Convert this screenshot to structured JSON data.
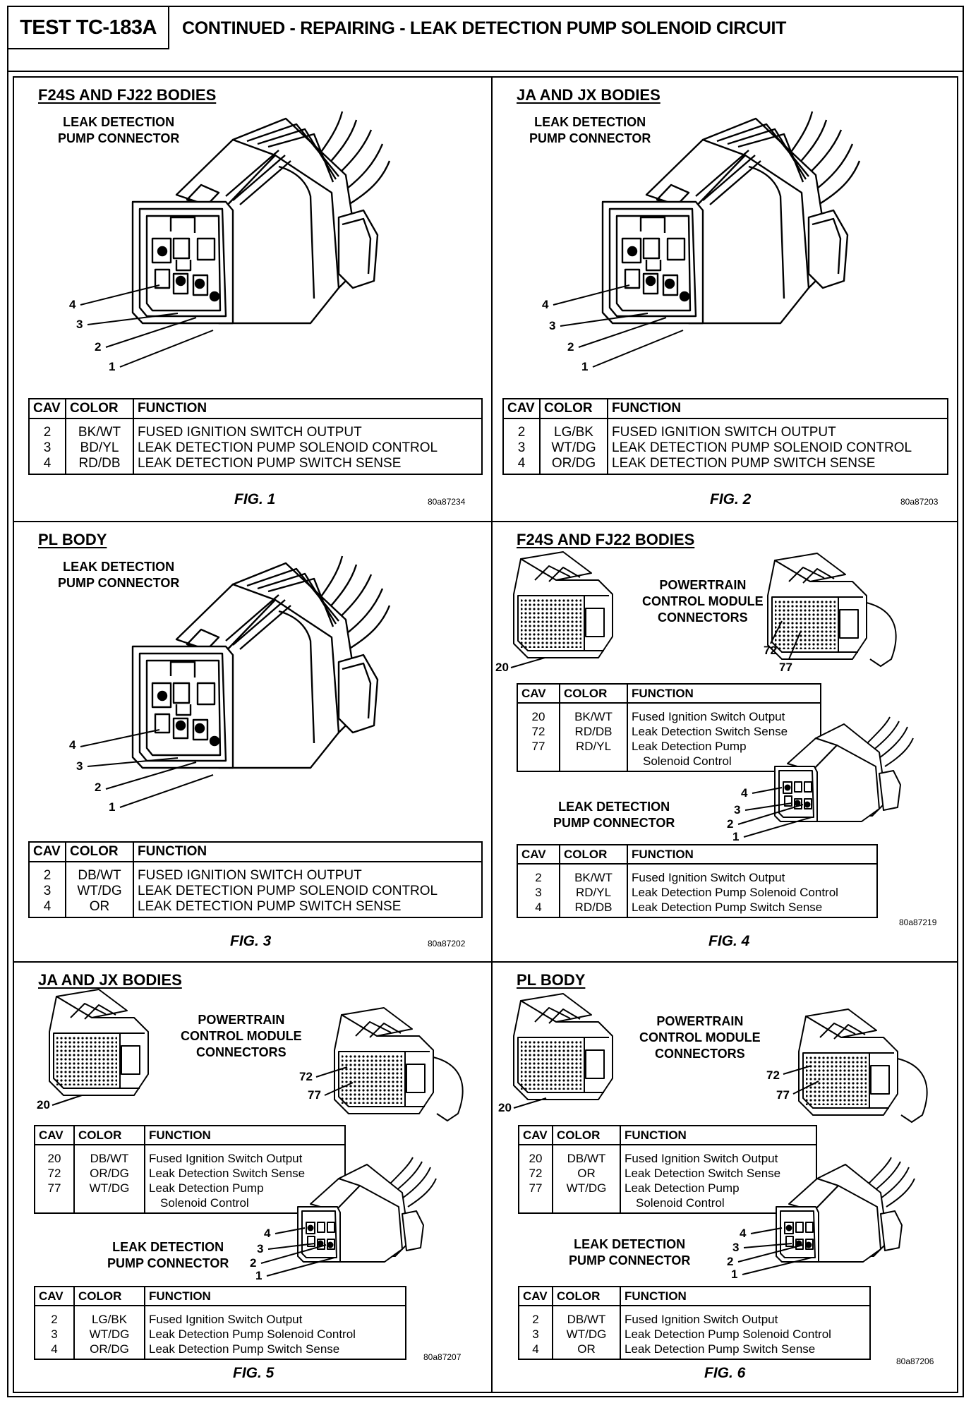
{
  "header": {
    "test_id": "TEST TC-183A",
    "title": "CONTINUED - REPAIRING - LEAK DETECTION PUMP SOLENOID CIRCUIT"
  },
  "panels": {
    "fig1": {
      "title": "F24S AND FJ22 BODIES",
      "connector_label": [
        "LEAK DETECTION",
        "PUMP CONNECTOR"
      ],
      "callouts": [
        "4",
        "3",
        "2",
        "1"
      ],
      "headers": [
        "CAV",
        "COLOR",
        "FUNCTION"
      ],
      "rows": [
        [
          "2",
          "BK/WT",
          "FUSED IGNITION SWITCH OUTPUT"
        ],
        [
          "3",
          "BD/YL",
          "LEAK DETECTION PUMP SOLENOID CONTROL"
        ],
        [
          "4",
          "RD/DB",
          "LEAK DETECTION PUMP SWITCH SENSE"
        ]
      ],
      "fig_label": "FIG. 1",
      "part_no": "80a87234"
    },
    "fig2": {
      "title": "JA AND JX BODIES",
      "connector_label": [
        "LEAK DETECTION",
        "PUMP CONNECTOR"
      ],
      "callouts": [
        "4",
        "3",
        "2",
        "1"
      ],
      "headers": [
        "CAV",
        "COLOR",
        "FUNCTION"
      ],
      "rows": [
        [
          "2",
          "LG/BK",
          "FUSED IGNITION SWITCH OUTPUT"
        ],
        [
          "3",
          "WT/DG",
          "LEAK DETECTION PUMP SOLENOID CONTROL"
        ],
        [
          "4",
          "OR/DG",
          "LEAK DETECTION PUMP SWITCH SENSE"
        ]
      ],
      "fig_label": "FIG. 2",
      "part_no": "80a87203"
    },
    "fig3": {
      "title": "PL BODY",
      "connector_label": [
        "LEAK DETECTION",
        "PUMP CONNECTOR"
      ],
      "callouts": [
        "4",
        "3",
        "2",
        "1"
      ],
      "headers": [
        "CAV",
        "COLOR",
        "FUNCTION"
      ],
      "rows": [
        [
          "2",
          "DB/WT",
          "FUSED IGNITION SWITCH OUTPUT"
        ],
        [
          "3",
          "WT/DG",
          "LEAK DETECTION PUMP SOLENOID CONTROL"
        ],
        [
          "4",
          "OR",
          "LEAK DETECTION PUMP SWITCH SENSE"
        ]
      ],
      "fig_label": "FIG. 3",
      "part_no": "80a87202"
    },
    "fig4": {
      "title": "F24S AND FJ22 BODIES",
      "pcm_label": [
        "POWERTRAIN",
        "CONTROL MODULE",
        "CONNECTORS"
      ],
      "pcm_callouts": [
        "20",
        "72",
        "77"
      ],
      "pump_label": [
        "LEAK DETECTION",
        "PUMP CONNECTOR"
      ],
      "pump_callouts": [
        "4",
        "3",
        "2",
        "1"
      ],
      "headers": [
        "CAV",
        "COLOR",
        "FUNCTION"
      ],
      "pcm_rows": [
        [
          "20",
          "BK/WT",
          "Fused Ignition Switch Output"
        ],
        [
          "72",
          "RD/DB",
          "Leak Detection Switch Sense"
        ],
        [
          "77",
          "RD/YL",
          "Leak Detection Pump",
          "Solenoid Control"
        ]
      ],
      "pump_rows": [
        [
          "2",
          "BK/WT",
          "Fused Ignition Switch Output"
        ],
        [
          "3",
          "RD/YL",
          "Leak Detection Pump Solenoid Control"
        ],
        [
          "4",
          "RD/DB",
          "Leak Detection Pump Switch Sense"
        ]
      ],
      "fig_label": "FIG. 4",
      "part_no": "80a87219"
    },
    "fig5": {
      "title": "JA AND JX BODIES",
      "pcm_label": [
        "POWERTRAIN",
        "CONTROL MODULE",
        "CONNECTORS"
      ],
      "pcm_callouts": [
        "20",
        "72",
        "77"
      ],
      "pump_label": [
        "LEAK DETECTION",
        "PUMP CONNECTOR"
      ],
      "pump_callouts": [
        "4",
        "3",
        "2",
        "1"
      ],
      "headers": [
        "CAV",
        "COLOR",
        "FUNCTION"
      ],
      "pcm_rows": [
        [
          "20",
          "DB/WT",
          "Fused Ignition Switch Output"
        ],
        [
          "72",
          "OR/DG",
          "Leak Detection Switch Sense"
        ],
        [
          "77",
          "WT/DG",
          "Leak Detection Pump",
          "Solenoid Control"
        ]
      ],
      "pump_rows": [
        [
          "2",
          "LG/BK",
          "Fused Ignition Switch Output"
        ],
        [
          "3",
          "WT/DG",
          "Leak Detection Pump Solenoid Control"
        ],
        [
          "4",
          "OR/DG",
          "Leak Detection Pump Switch Sense"
        ]
      ],
      "fig_label": "FIG. 5",
      "part_no": "80a87207"
    },
    "fig6": {
      "title": "PL BODY",
      "pcm_label": [
        "POWERTRAIN",
        "CONTROL MODULE",
        "CONNECTORS"
      ],
      "pcm_callouts": [
        "20",
        "72",
        "77"
      ],
      "pump_label": [
        "LEAK DETECTION",
        "PUMP CONNECTOR"
      ],
      "pump_callouts": [
        "4",
        "3",
        "2",
        "1"
      ],
      "headers": [
        "CAV",
        "COLOR",
        "FUNCTION"
      ],
      "pcm_rows": [
        [
          "20",
          "DB/WT",
          "Fused Ignition Switch Output"
        ],
        [
          "72",
          "OR",
          "Leak Detection Switch Sense"
        ],
        [
          "77",
          "WT/DG",
          "Leak Detection Pump",
          "Solenoid Control"
        ]
      ],
      "pump_rows": [
        [
          "2",
          "DB/WT",
          "Fused Ignition Switch Output"
        ],
        [
          "3",
          "WT/DG",
          "Leak Detection Pump Solenoid Control"
        ],
        [
          "4",
          "OR",
          "Leak Detection Pump Switch Sense"
        ]
      ],
      "fig_label": "FIG. 6",
      "part_no": "80a87206"
    }
  }
}
